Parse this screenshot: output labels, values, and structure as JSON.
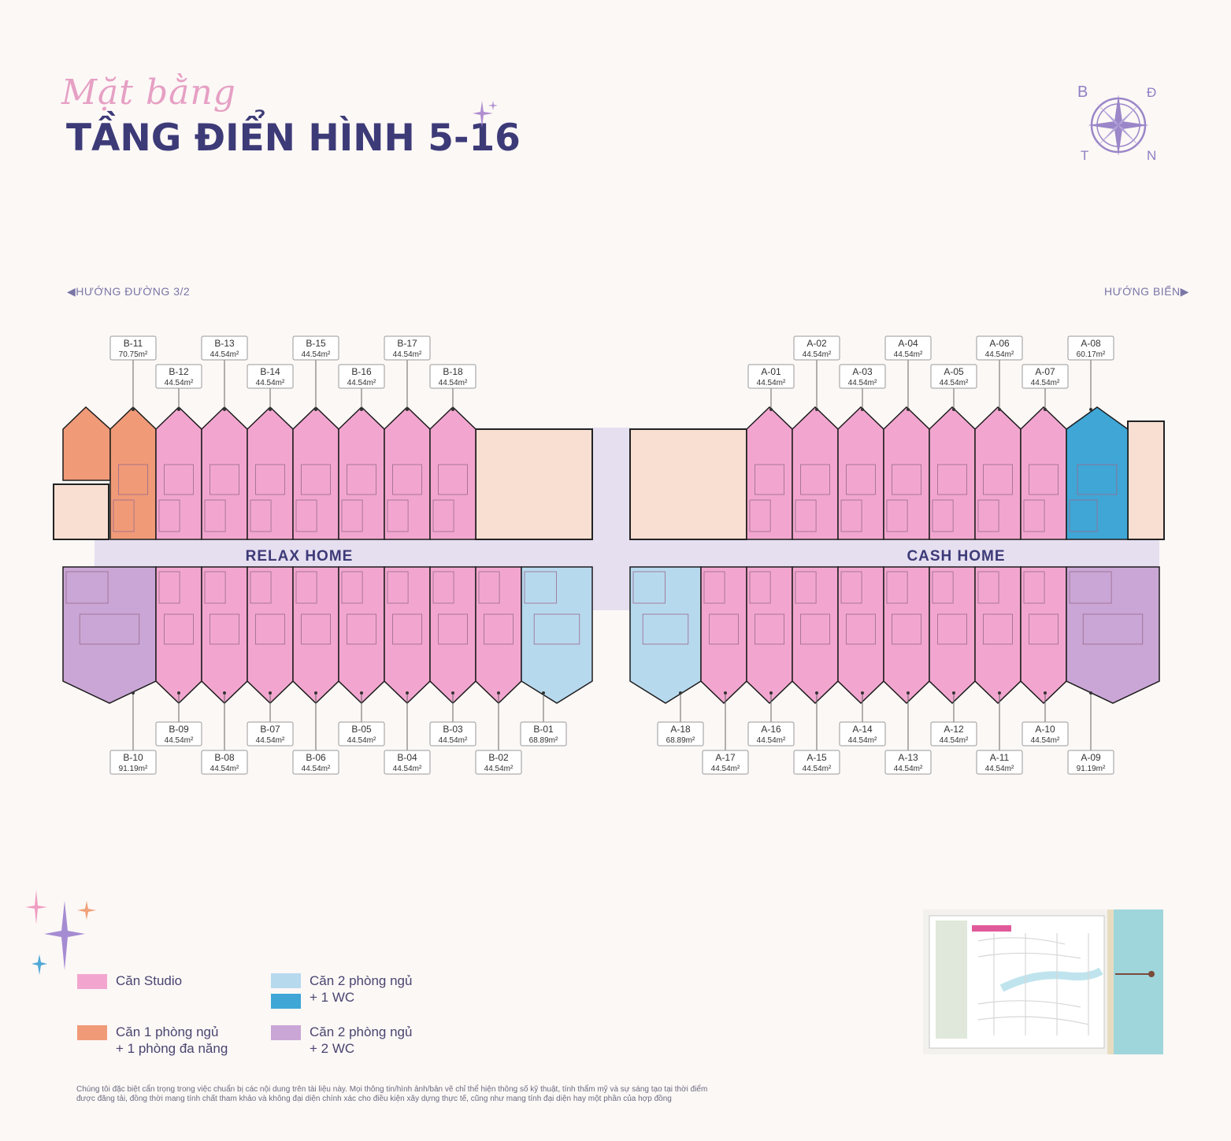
{
  "header": {
    "script_title": "Mặt bằng",
    "title": "TẦNG ĐIỂN HÌNH 5-16"
  },
  "compass": {
    "north": "B",
    "east": "Đ",
    "west": "T",
    "south": "N"
  },
  "directions": {
    "left": "HƯỚNG ĐƯỜNG 3/2",
    "right": "HƯỚNG BIỂN"
  },
  "zones": {
    "left": "RELAX HOME",
    "right": "CASH HOME"
  },
  "colors": {
    "studio": "#f2a6cf",
    "one_bed": "#f09a78",
    "two_bed_1wc_light": "#b7d9ee",
    "two_bed_1wc": "#3fa6d6",
    "two_bed_2wc": "#caa6d6",
    "core": "#f8dfd2",
    "corridor": "#e6dff0",
    "title": "#3d3a78"
  },
  "units_top": [
    {
      "id": "B-11",
      "area": "70.75m²",
      "type": "one_bed"
    },
    {
      "id": "B-12",
      "area": "44.54m²",
      "type": "studio"
    },
    {
      "id": "B-13",
      "area": "44.54m²",
      "type": "studio"
    },
    {
      "id": "B-14",
      "area": "44.54m²",
      "type": "studio"
    },
    {
      "id": "B-15",
      "area": "44.54m²",
      "type": "studio"
    },
    {
      "id": "B-16",
      "area": "44.54m²",
      "type": "studio"
    },
    {
      "id": "B-17",
      "area": "44.54m²",
      "type": "studio"
    },
    {
      "id": "B-18",
      "area": "44.54m²",
      "type": "studio"
    },
    {
      "id": "A-01",
      "area": "44.54m²",
      "type": "studio"
    },
    {
      "id": "A-02",
      "area": "44.54m²",
      "type": "studio"
    },
    {
      "id": "A-03",
      "area": "44.54m²",
      "type": "studio"
    },
    {
      "id": "A-04",
      "area": "44.54m²",
      "type": "studio"
    },
    {
      "id": "A-05",
      "area": "44.54m²",
      "type": "studio"
    },
    {
      "id": "A-06",
      "area": "44.54m²",
      "type": "studio"
    },
    {
      "id": "A-07",
      "area": "44.54m²",
      "type": "studio"
    },
    {
      "id": "A-08",
      "area": "60.17m²",
      "type": "two_bed_1wc"
    }
  ],
  "units_bottom": [
    {
      "id": "B-10",
      "area": "91.19m²",
      "type": "two_bed_2wc"
    },
    {
      "id": "B-09",
      "area": "44.54m²",
      "type": "studio"
    },
    {
      "id": "B-08",
      "area": "44.54m²",
      "type": "studio"
    },
    {
      "id": "B-07",
      "area": "44.54m²",
      "type": "studio"
    },
    {
      "id": "B-06",
      "area": "44.54m²",
      "type": "studio"
    },
    {
      "id": "B-05",
      "area": "44.54m²",
      "type": "studio"
    },
    {
      "id": "B-04",
      "area": "44.54m²",
      "type": "studio"
    },
    {
      "id": "B-03",
      "area": "44.54m²",
      "type": "studio"
    },
    {
      "id": "B-02",
      "area": "44.54m²",
      "type": "studio"
    },
    {
      "id": "B-01",
      "area": "68.89m²",
      "type": "two_bed_1wc_light"
    },
    {
      "id": "A-18",
      "area": "68.89m²",
      "type": "two_bed_1wc_light"
    },
    {
      "id": "A-17",
      "area": "44.54m²",
      "type": "studio"
    },
    {
      "id": "A-16",
      "area": "44.54m²",
      "type": "studio"
    },
    {
      "id": "A-15",
      "area": "44.54m²",
      "type": "studio"
    },
    {
      "id": "A-14",
      "area": "44.54m²",
      "type": "studio"
    },
    {
      "id": "A-13",
      "area": "44.54m²",
      "type": "studio"
    },
    {
      "id": "A-12",
      "area": "44.54m²",
      "type": "studio"
    },
    {
      "id": "A-11",
      "area": "44.54m²",
      "type": "studio"
    },
    {
      "id": "A-10",
      "area": "44.54m²",
      "type": "studio"
    },
    {
      "id": "A-09",
      "area": "91.19m²",
      "type": "two_bed_2wc"
    }
  ],
  "legend": {
    "studio": "Căn Studio",
    "one_bed_line1": "Căn 1 phòng ngủ",
    "one_bed_line2": "+ 1 phòng đa năng",
    "two_bed_1wc_line1": "Căn 2 phòng ngủ",
    "two_bed_1wc_line2": "+ 1 WC",
    "two_bed_2wc_line1": "Căn 2 phòng ngủ",
    "two_bed_2wc_line2": "+ 2 WC"
  },
  "disclaimer": {
    "line1": "Chúng tôi đặc biệt cẩn trọng trong việc chuẩn bị các nội dung trên tài liệu này. Mọi thông tin/hình ảnh/bản vẽ chỉ thể hiện thông số kỹ thuật, tính thẩm mỹ và sự sáng tạo tại thời điểm",
    "line2": "được đăng tải, đồng thời mang tính chất tham khảo và không đại diện chính xác cho điều kiện xây dựng thực tế, cũng như mang tính đại diện hay một phần của hợp đồng"
  }
}
